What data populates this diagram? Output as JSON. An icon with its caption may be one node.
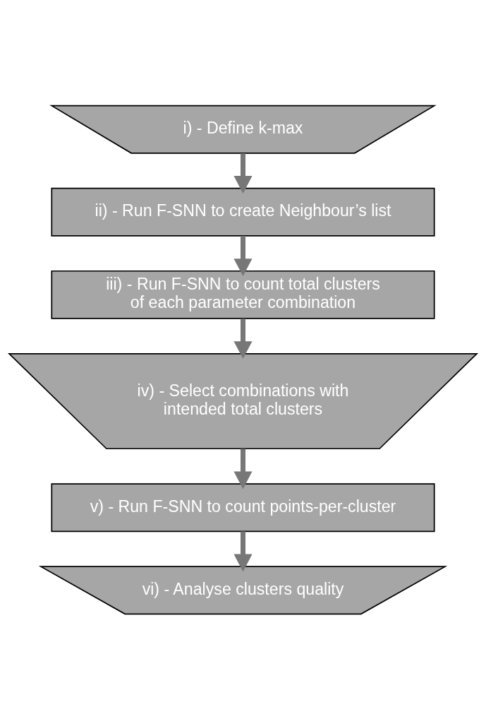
{
  "diagram": {
    "nodes": [
      {
        "text": [
          "i) - Define k-max"
        ]
      },
      {
        "text": [
          "ii) - Run F-SNN to create Neighbour’s list"
        ]
      },
      {
        "text": [
          "iii) - Run F-SNN to count total clusters of each parameter combination"
        ]
      },
      {
        "text": [
          "iv) - Select combinations with intended total clusters"
        ]
      },
      {
        "text": [
          "v) - Run F-SNN to count points-per-cluster"
        ]
      },
      {
        "text": [
          "vi) - Analyse clusters quality"
        ]
      }
    ],
    "edges": [
      {
        "from": 0,
        "to": 1,
        "arrow": "to"
      },
      {
        "from": 1,
        "to": 2,
        "arrow": "to"
      },
      {
        "from": 2,
        "to": 3,
        "arrow": "to"
      },
      {
        "from": 3,
        "to": 4,
        "arrow": "to"
      },
      {
        "from": 4,
        "to": 5,
        "arrow": "to"
      }
    ]
  }
}
